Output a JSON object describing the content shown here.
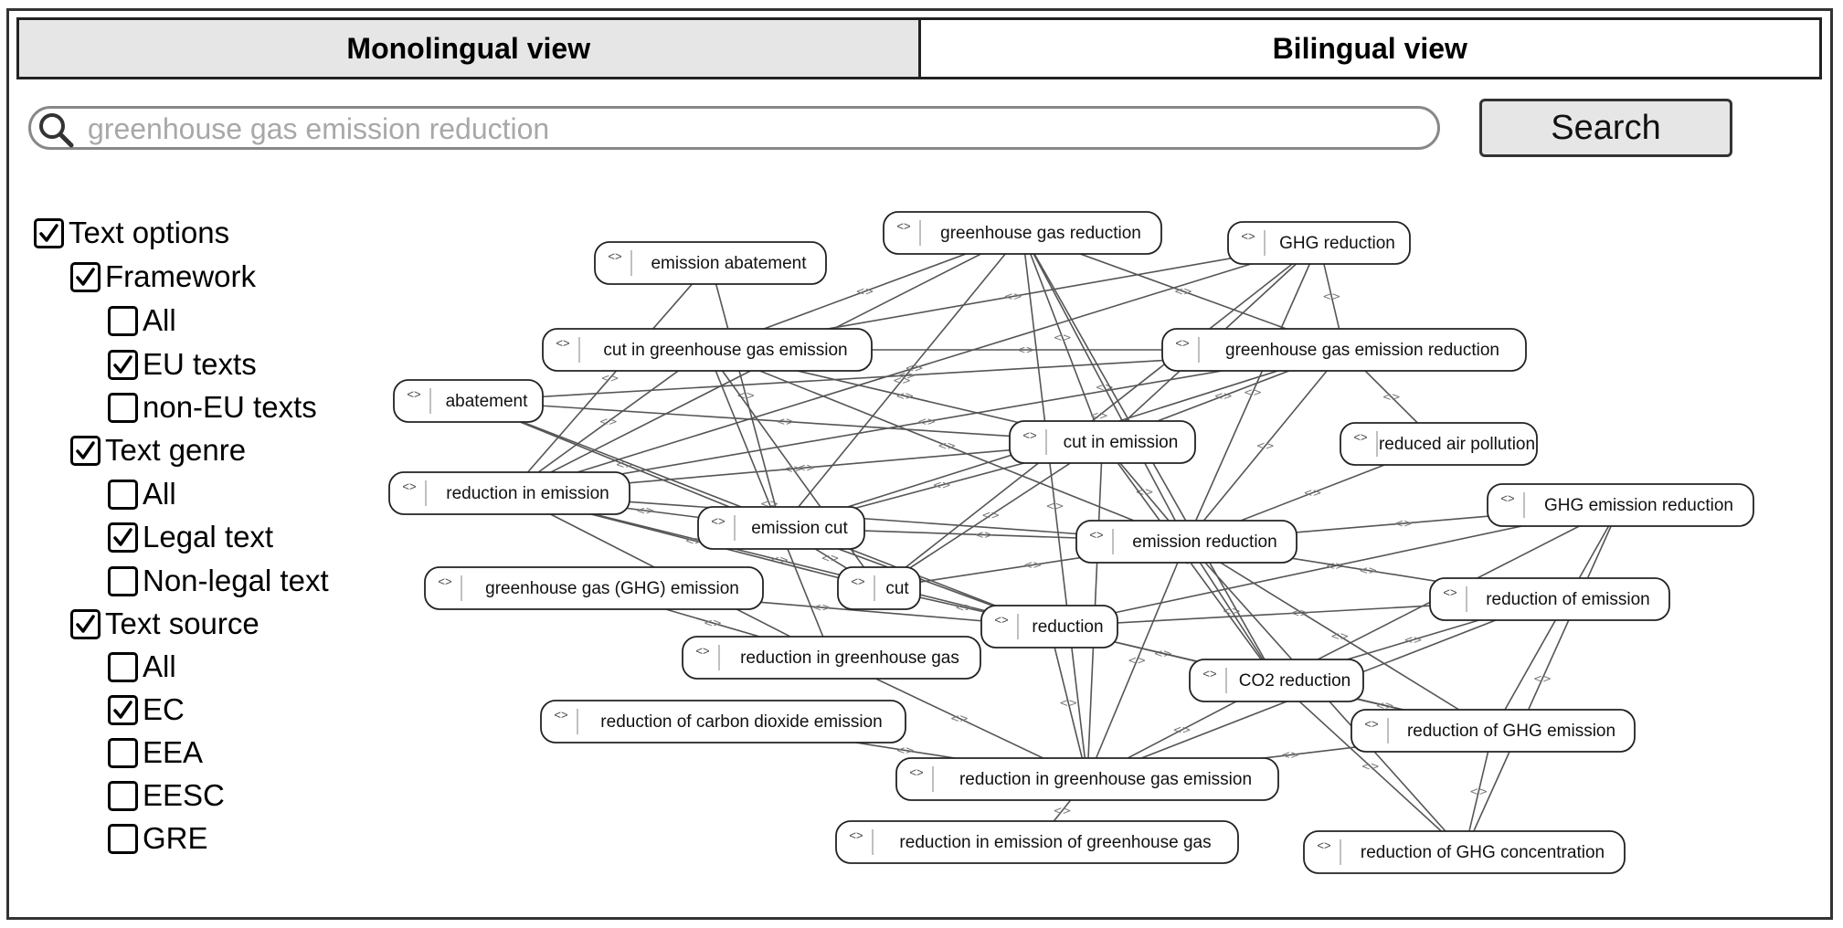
{
  "tabs": [
    {
      "label": "Monolingual view",
      "active": true
    },
    {
      "label": "Bilingual view",
      "active": false
    }
  ],
  "search": {
    "placeholder": "greenhouse gas emission reduction",
    "button_label": "Search"
  },
  "filters": {
    "text_options": {
      "label": "Text options",
      "checked": true
    },
    "framework": {
      "label": "Framework",
      "checked": true
    },
    "framework_all": {
      "label": "All",
      "checked": false
    },
    "eu_texts": {
      "label": "EU texts",
      "checked": true
    },
    "non_eu_texts": {
      "label": "non-EU texts",
      "checked": false
    },
    "text_genre": {
      "label": "Text genre",
      "checked": true
    },
    "genre_all": {
      "label": "All",
      "checked": false
    },
    "legal_text": {
      "label": "Legal text",
      "checked": true
    },
    "non_legal_text": {
      "label": "Non-legal text",
      "checked": false
    },
    "text_source": {
      "label": "Text source",
      "checked": true
    },
    "source_all": {
      "label": "All",
      "checked": false
    },
    "ec": {
      "label": "EC",
      "checked": true
    },
    "eea": {
      "label": "EEA",
      "checked": false
    },
    "eesc": {
      "label": "EESC",
      "checked": false
    },
    "gre": {
      "label": "GRE",
      "checked": false
    }
  },
  "graph": {
    "node_icon": "<>",
    "nodes": [
      {
        "id": "emission_abatement",
        "label": "emission abatement"
      },
      {
        "id": "ghg_reduction_gas",
        "label": "greenhouse gas reduction"
      },
      {
        "id": "ghg_reduction",
        "label": "GHG reduction"
      },
      {
        "id": "cut_in_ghg_emission",
        "label": "cut in greenhouse gas emission"
      },
      {
        "id": "ghg_emission_reduction",
        "label": "greenhouse gas emission reduction"
      },
      {
        "id": "abatement",
        "label": "abatement"
      },
      {
        "id": "cut_in_emission",
        "label": "cut in emission"
      },
      {
        "id": "reduced_air_pollution",
        "label": "reduced air pollution"
      },
      {
        "id": "reduction_in_emission",
        "label": "reduction in emission"
      },
      {
        "id": "ghg_emission_reduction2",
        "label": "GHG emission reduction"
      },
      {
        "id": "emission_cut",
        "label": "emission cut"
      },
      {
        "id": "emission_reduction",
        "label": "emission reduction"
      },
      {
        "id": "ghg_ghg_emission",
        "label": "greenhouse gas (GHG) emission"
      },
      {
        "id": "cut",
        "label": "cut"
      },
      {
        "id": "reduction_of_emission",
        "label": "reduction of emission"
      },
      {
        "id": "reduction",
        "label": "reduction"
      },
      {
        "id": "reduction_in_ghg",
        "label": "reduction in greenhouse gas"
      },
      {
        "id": "co2_reduction",
        "label": "CO2 reduction"
      },
      {
        "id": "reduction_of_co2_emission",
        "label": "reduction of carbon dioxide emission"
      },
      {
        "id": "reduction_of_ghg_emission",
        "label": "reduction of GHG emission"
      },
      {
        "id": "reduction_in_ghg_emission",
        "label": "reduction in greenhouse gas emission"
      },
      {
        "id": "reduction_in_emission_of_ghg",
        "label": "reduction in emission of greenhouse gas"
      },
      {
        "id": "reduction_of_ghg_concentration",
        "label": "reduction of GHG concentration"
      }
    ],
    "edges": [
      [
        "emission_abatement",
        "reduction_in_emission"
      ],
      [
        "emission_abatement",
        "emission_cut"
      ],
      [
        "ghg_reduction_gas",
        "cut_in_ghg_emission"
      ],
      [
        "ghg_reduction_gas",
        "ghg_emission_reduction"
      ],
      [
        "ghg_reduction_gas",
        "cut_in_emission"
      ],
      [
        "ghg_reduction_gas",
        "emission_reduction"
      ],
      [
        "ghg_reduction_gas",
        "reduction_in_emission"
      ],
      [
        "ghg_reduction_gas",
        "emission_cut"
      ],
      [
        "ghg_reduction_gas",
        "reduction_in_ghg_emission"
      ],
      [
        "ghg_reduction_gas",
        "co2_reduction"
      ],
      [
        "ghg_reduction",
        "cut_in_ghg_emission"
      ],
      [
        "ghg_reduction",
        "ghg_emission_reduction"
      ],
      [
        "ghg_reduction",
        "cut_in_emission"
      ],
      [
        "ghg_reduction",
        "reduction_in_emission"
      ],
      [
        "ghg_reduction",
        "cut"
      ],
      [
        "ghg_reduction",
        "emission_reduction"
      ],
      [
        "cut_in_ghg_emission",
        "ghg_emission_reduction"
      ],
      [
        "cut_in_ghg_emission",
        "cut_in_emission"
      ],
      [
        "cut_in_ghg_emission",
        "reduction_in_ghg"
      ],
      [
        "cut_in_ghg_emission",
        "emission_reduction"
      ],
      [
        "cut_in_ghg_emission",
        "reduction_in_emission"
      ],
      [
        "cut_in_ghg_emission",
        "cut"
      ],
      [
        "ghg_emission_reduction",
        "reduced_air_pollution"
      ],
      [
        "ghg_emission_reduction",
        "cut_in_emission"
      ],
      [
        "ghg_emission_reduction",
        "emission_reduction"
      ],
      [
        "ghg_emission_reduction",
        "abatement"
      ],
      [
        "ghg_emission_reduction",
        "emission_cut"
      ],
      [
        "ghg_emission_reduction",
        "reduction_in_emission"
      ],
      [
        "abatement",
        "emission_cut"
      ],
      [
        "abatement",
        "reduction"
      ],
      [
        "abatement",
        "cut_in_emission"
      ],
      [
        "cut_in_emission",
        "reduction_in_emission"
      ],
      [
        "cut_in_emission",
        "emission_cut"
      ],
      [
        "cut_in_emission",
        "cut"
      ],
      [
        "cut_in_emission",
        "emission_reduction"
      ],
      [
        "cut_in_emission",
        "reduction_in_ghg_emission"
      ],
      [
        "cut_in_emission",
        "co2_reduction"
      ],
      [
        "reduced_air_pollution",
        "emission_reduction"
      ],
      [
        "reduction_in_emission",
        "emission_cut"
      ],
      [
        "reduction_in_emission",
        "emission_reduction"
      ],
      [
        "reduction_in_emission",
        "reduction"
      ],
      [
        "reduction_in_emission",
        "reduction_in_ghg"
      ],
      [
        "reduction_in_emission",
        "cut"
      ],
      [
        "ghg_emission_reduction2",
        "emission_reduction"
      ],
      [
        "ghg_emission_reduction2",
        "reduction"
      ],
      [
        "ghg_emission_reduction2",
        "co2_reduction"
      ],
      [
        "ghg_emission_reduction2",
        "reduction_of_ghg_concentration"
      ],
      [
        "ghg_emission_reduction2",
        "reduction_of_ghg_emission"
      ],
      [
        "emission_cut",
        "emission_reduction"
      ],
      [
        "emission_cut",
        "reduction"
      ],
      [
        "emission_cut",
        "cut"
      ],
      [
        "emission_reduction",
        "reduction_of_emission"
      ],
      [
        "emission_reduction",
        "co2_reduction"
      ],
      [
        "emission_reduction",
        "reduction_in_ghg_emission"
      ],
      [
        "emission_reduction",
        "reduction_of_ghg_emission"
      ],
      [
        "emission_reduction",
        "reduction_of_ghg_concentration"
      ],
      [
        "ghg_ghg_emission",
        "reduction_in_ghg"
      ],
      [
        "ghg_ghg_emission",
        "reduction"
      ],
      [
        "cut",
        "reduction"
      ],
      [
        "cut",
        "emission_reduction"
      ],
      [
        "reduction_of_emission",
        "reduction"
      ],
      [
        "reduction_of_emission",
        "co2_reduction"
      ],
      [
        "reduction_of_emission",
        "reduction_in_ghg_emission"
      ],
      [
        "reduction",
        "co2_reduction"
      ],
      [
        "reduction",
        "reduction_in_ghg_emission"
      ],
      [
        "reduction",
        "reduction_of_ghg_emission"
      ],
      [
        "reduction_in_ghg",
        "reduction_in_ghg_emission"
      ],
      [
        "reduction_of_co2_emission",
        "reduction_in_ghg_emission"
      ],
      [
        "co2_reduction",
        "reduction_of_ghg_emission"
      ],
      [
        "co2_reduction",
        "reduction_of_ghg_concentration"
      ],
      [
        "co2_reduction",
        "reduction_in_ghg_emission"
      ],
      [
        "reduction_in_ghg_emission",
        "reduction_in_emission_of_ghg"
      ],
      [
        "reduction_in_ghg_emission",
        "reduction_of_ghg_emission"
      ],
      [
        "reduction_of_ghg_emission",
        "reduction_of_ghg_concentration"
      ]
    ]
  }
}
